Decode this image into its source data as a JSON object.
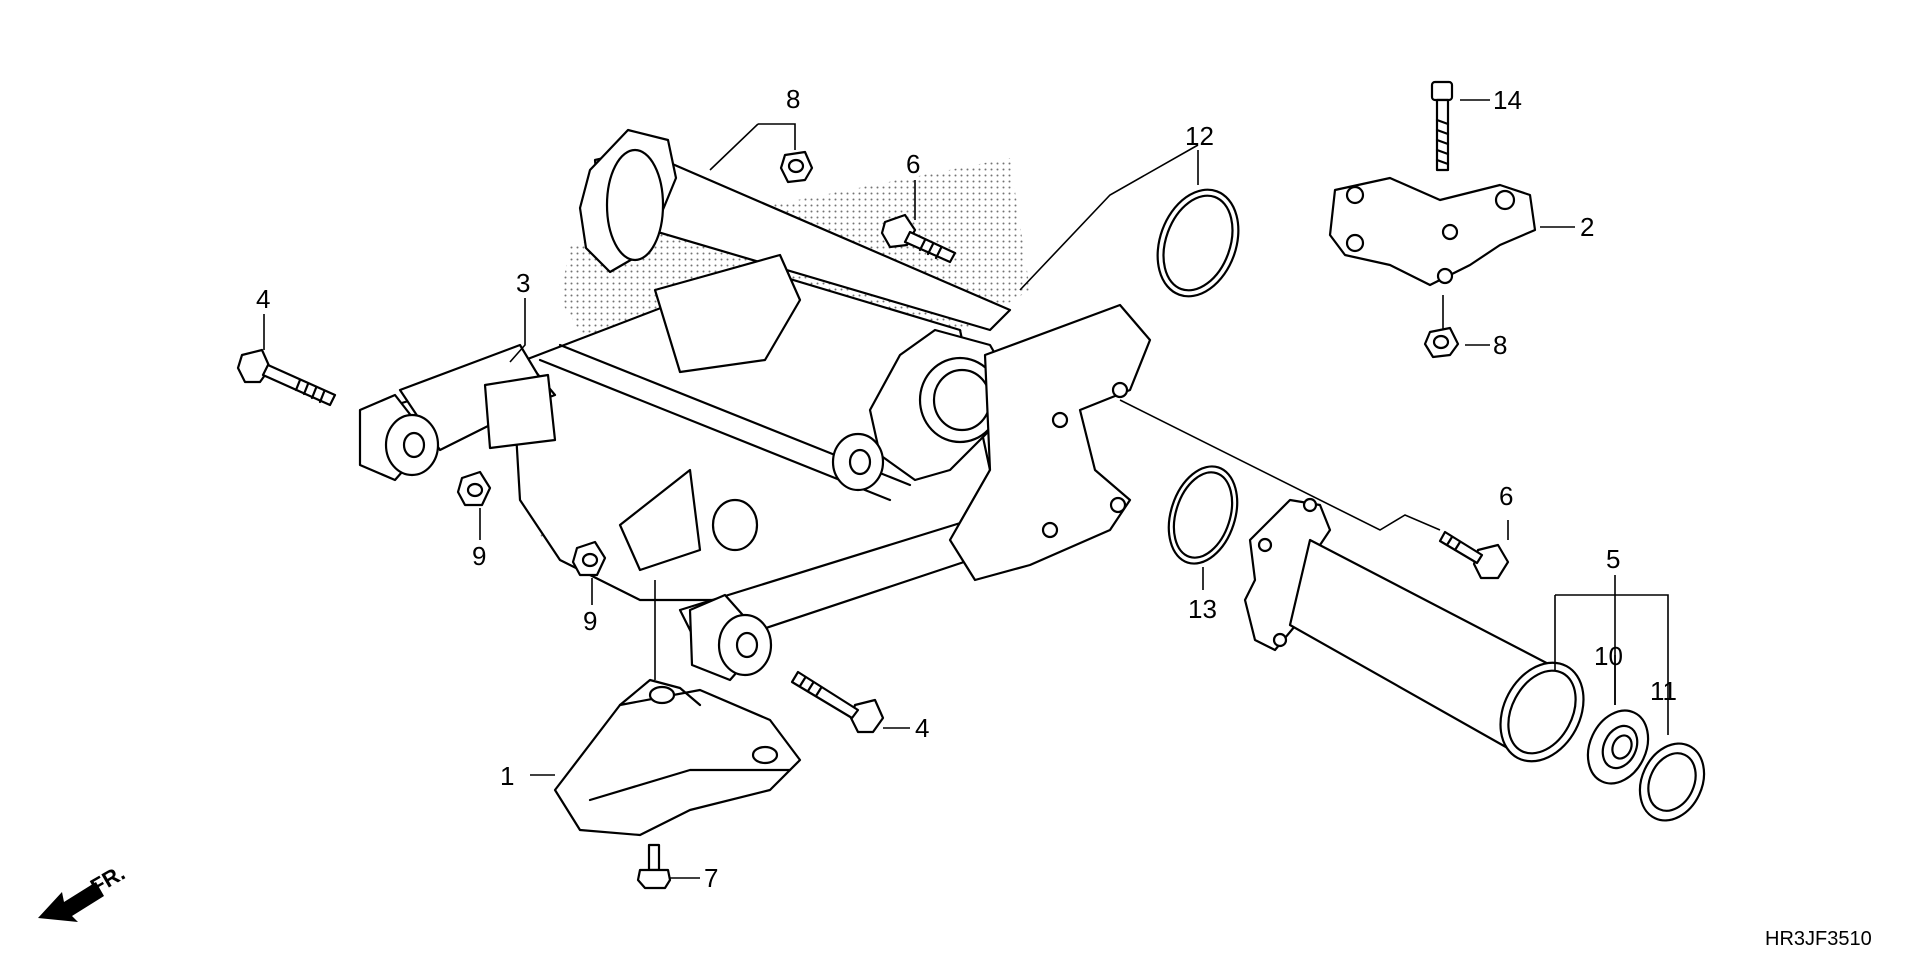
{
  "diagram": {
    "drawing_code": "HR3JF3510",
    "direction_label": "FR.",
    "callouts": [
      "1",
      "2",
      "3",
      "4",
      "4",
      "5",
      "6",
      "6",
      "7",
      "8",
      "8",
      "9",
      "9",
      "10",
      "11",
      "12",
      "13",
      "14"
    ]
  }
}
